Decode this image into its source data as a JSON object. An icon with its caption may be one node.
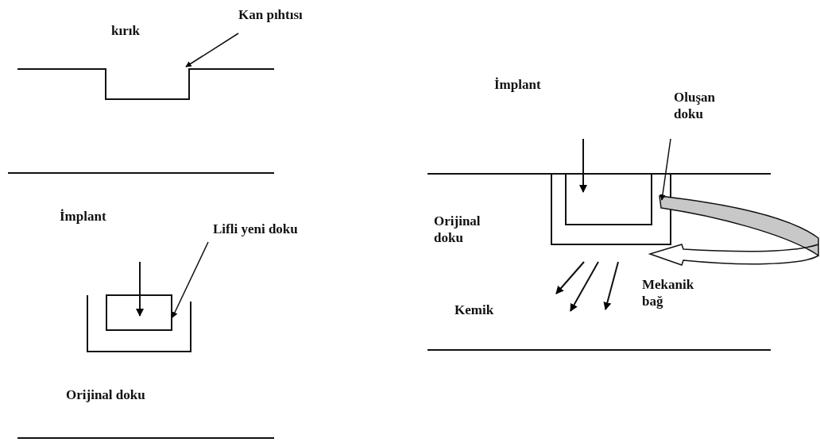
{
  "diagram": {
    "nodes": [
      {
        "text": [
          "Kan pıhtısı"
        ]
      },
      {
        "text": [
          "Lifli yeni doku"
        ]
      },
      {
        "text": [
          "Oluşan doku"
        ]
      },
      {
        "text": [],
        "shape": "box"
      },
      {
        "text": [],
        "shape": "box"
      },
      {
        "text": [],
        "shape": "band"
      }
    ],
    "edges": [
      {
        "from": 0,
        "to": null,
        "arrow": "to"
      },
      {
        "from": 1,
        "to": 3,
        "arrow": "to"
      },
      {
        "from": 2,
        "to": 5,
        "arrow": "to"
      }
    ],
    "labels": [
      "kırık",
      "İmplant",
      "Orijinal doku",
      "İmplant",
      "Orijinal doku",
      "Kemik",
      "Mekanik bağ"
    ]
  }
}
